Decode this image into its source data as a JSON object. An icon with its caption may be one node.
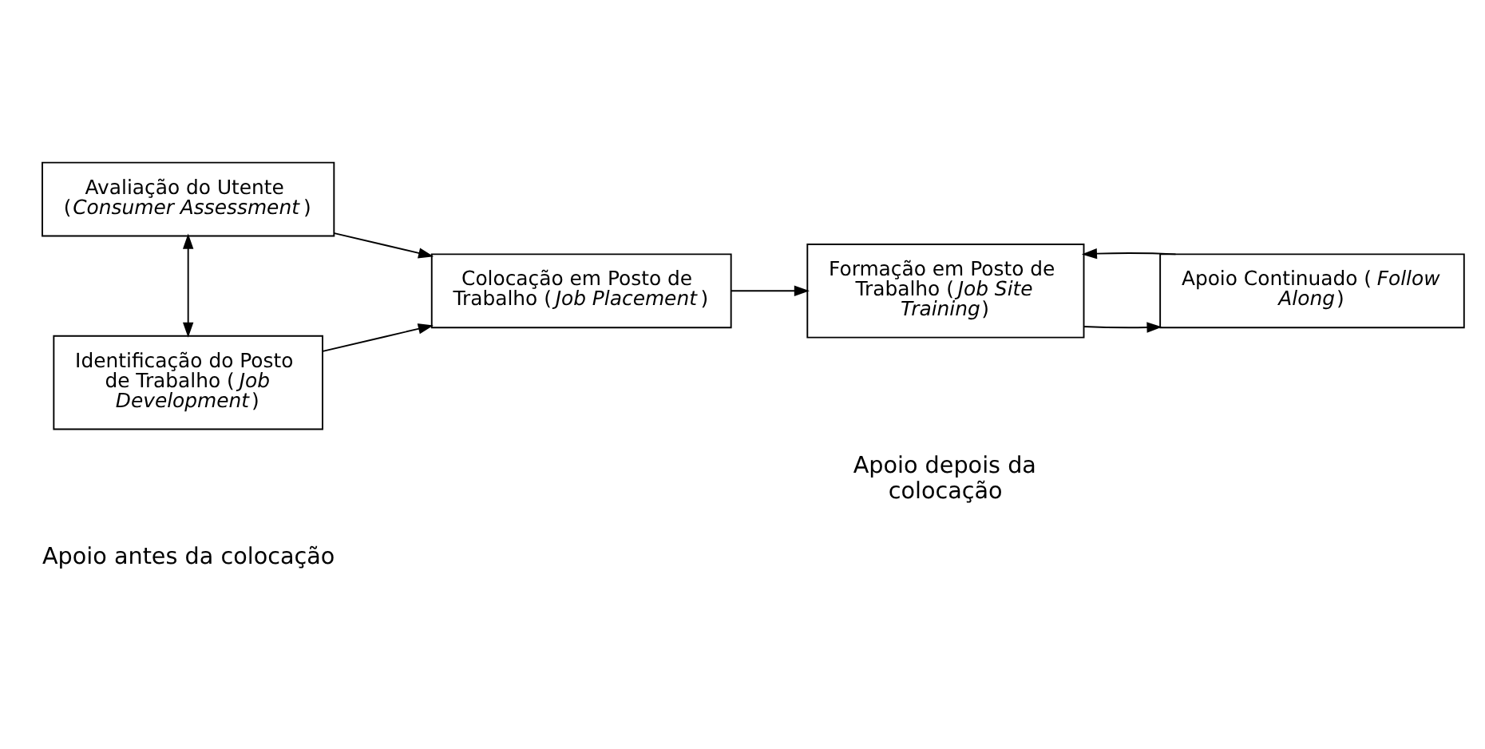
{
  "diagram": {
    "nodes": [
      {
        "text": [
          "Avaliação do Utente (*Consumer Assessment*)"
        ]
      },
      {
        "text": [
          "Identificação do Posto de Trabalho (*Job Development*)"
        ]
      },
      {
        "text": [
          "Colocação em Posto de Trabalho (*Job Placement*)"
        ]
      },
      {
        "text": [
          "Formação em Posto de Trabalho (*Job Site Training*)"
        ]
      },
      {
        "text": [
          "Apoio Continuado (*Follow Along*)"
        ]
      }
    ],
    "edges": [
      {
        "from": 0,
        "to": 2,
        "arrow": "to"
      },
      {
        "from": 0,
        "to": 1,
        "arrow": "both"
      },
      {
        "from": 1,
        "to": 2,
        "arrow": "to"
      },
      {
        "from": 2,
        "to": 3,
        "arrow": "to"
      },
      {
        "from": 3,
        "to": 4,
        "arrow": "to"
      },
      {
        "from": 4,
        "to": 3,
        "arrow": "to"
      }
    ],
    "labels": [
      "Apoio antes da colocação",
      "Apoio depois da colocação"
    ]
  }
}
